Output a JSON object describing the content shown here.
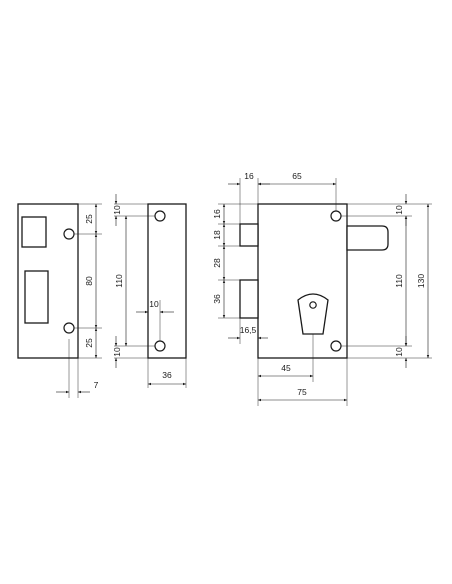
{
  "dimensions": {
    "strike_plate": {
      "top_offset": "25",
      "hole_spacing": "80",
      "bottom_offset": "25",
      "depth": "7"
    },
    "keeper": {
      "top_offset": "10",
      "height": "110",
      "hole_inset": "10",
      "bottom_offset": "10",
      "width": "36"
    },
    "lock_body": {
      "bolt_offset": "16",
      "hole_to_edge": "65",
      "top_to_bolt": "16",
      "bolt_height": "18",
      "bolt_gap": "28",
      "latch_height": "36",
      "latch_projection": "16,5",
      "key_offset": "45",
      "case_width": "75",
      "hole_top_offset": "10",
      "hole_spacing": "110",
      "case_height": "130",
      "hole_bottom_offset": "10"
    }
  },
  "colors": {
    "line": "#1a1a1a",
    "background": "#ffffff"
  }
}
